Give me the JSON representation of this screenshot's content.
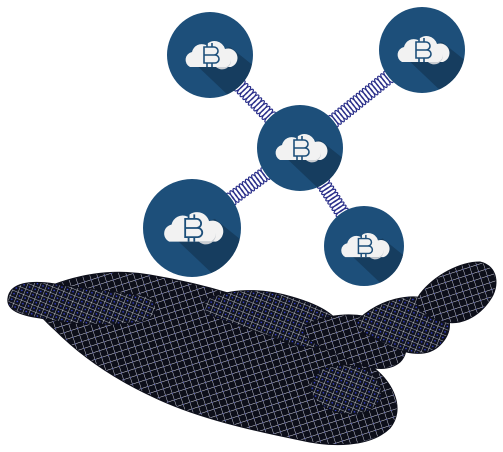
{
  "scene": {
    "subject": "wireframe-hand-with-cloud-bitcoin-nodes",
    "colors": {
      "background": "#ffffff",
      "node_fill": "#1d4f7a",
      "node_shadow": "#163d5f",
      "cloud": "#f2f2f2",
      "cloud_shade": "#c9cdd2",
      "spring": "#2a2f8a",
      "wire_dark": "#0d0f1a",
      "wire_light": "#d7d9e6",
      "wire_blue": "#2f3bd6"
    },
    "icons": {
      "node_icon": "cloud-bitcoin-icon",
      "connector": "spring-connector",
      "hand": "wireframe-hand"
    },
    "nodes": [
      {
        "id": "top-left"
      },
      {
        "id": "top-right"
      },
      {
        "id": "center"
      },
      {
        "id": "bottom-left"
      },
      {
        "id": "bottom-right"
      }
    ]
  }
}
